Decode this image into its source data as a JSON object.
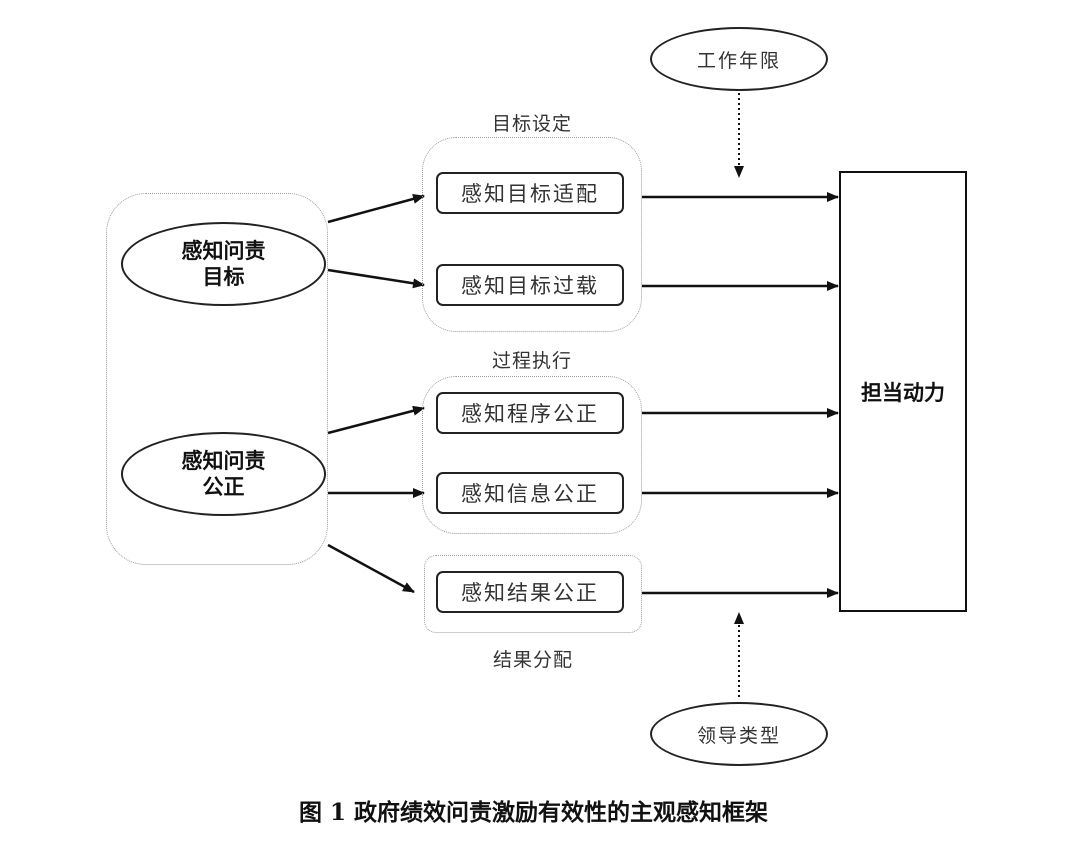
{
  "diagram": {
    "predictors": [
      {
        "line1": "感知问责",
        "line2": "目标"
      },
      {
        "line1": "感知问责",
        "line2": "公正"
      }
    ],
    "groups": {
      "target_setting": "目标设定",
      "process_execution": "过程执行",
      "result_distribution": "结果分配"
    },
    "mediators": {
      "goal_fit": "感知目标适配",
      "goal_overload": "感知目标过载",
      "procedural_justice": "感知程序公正",
      "informational_justice": "感知信息公正",
      "outcome_justice": "感知结果公正"
    },
    "outcome": "担当动力",
    "moderators": {
      "tenure": "工作年限",
      "leadership": "领导类型"
    },
    "caption": "图 1  政府绩效问责激励有效性的主观感知框架"
  }
}
